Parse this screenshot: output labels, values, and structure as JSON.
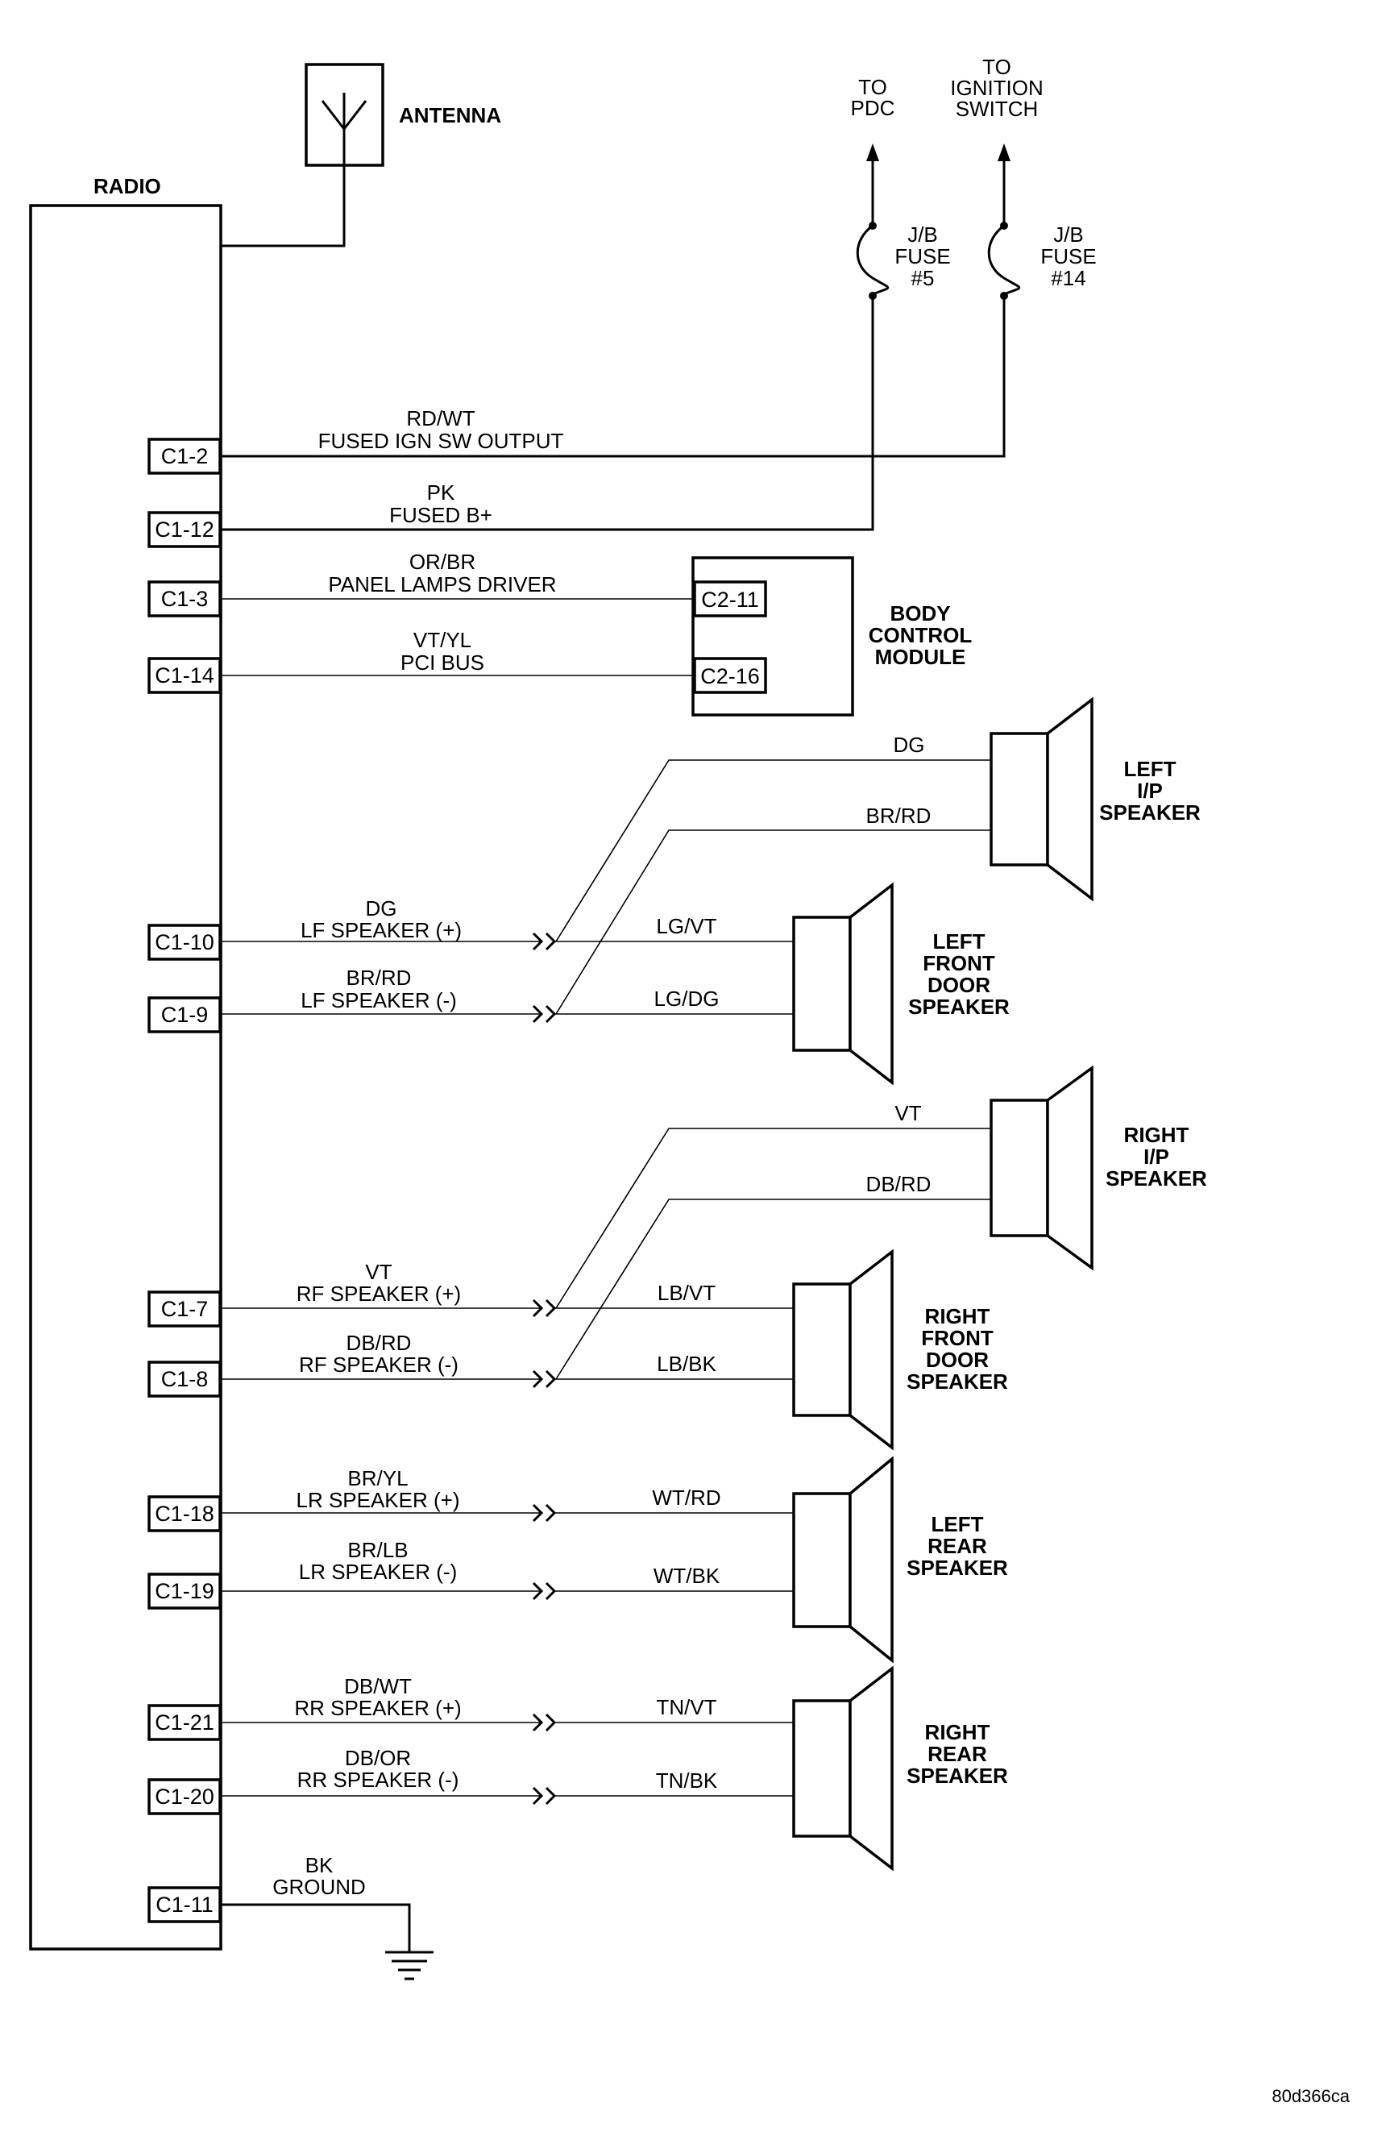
{
  "radio_label": "RADIO",
  "antenna_label": "ANTENNA",
  "to_pdc": [
    "TO",
    "PDC"
  ],
  "to_ignition": [
    "TO",
    "IGNITION",
    "SWITCH"
  ],
  "fuse5": [
    "J/B",
    "FUSE",
    "#5"
  ],
  "fuse14": [
    "J/B",
    "FUSE",
    "#14"
  ],
  "bcm_label": [
    "BODY",
    "CONTROL",
    "MODULE"
  ],
  "bcm_pins": {
    "c2_11": "C2-11",
    "c2_16": "C2-16"
  },
  "radio_pins": [
    {
      "pin": "C1-2",
      "color": "RD/WT",
      "circuit": "FUSED IGN SW OUTPUT"
    },
    {
      "pin": "C1-12",
      "color": "PK",
      "circuit": "FUSED B+"
    },
    {
      "pin": "C1-3",
      "color": "OR/BR",
      "circuit": "PANEL LAMPS DRIVER"
    },
    {
      "pin": "C1-14",
      "color": "VT/YL",
      "circuit": "PCI BUS"
    },
    {
      "pin": "C1-10",
      "color": "DG",
      "circuit": "LF SPEAKER (+)"
    },
    {
      "pin": "C1-9",
      "color": "BR/RD",
      "circuit": "LF SPEAKER (-)"
    },
    {
      "pin": "C1-7",
      "color": "VT",
      "circuit": "RF SPEAKER (+)"
    },
    {
      "pin": "C1-8",
      "color": "DB/RD",
      "circuit": "RF SPEAKER (-)"
    },
    {
      "pin": "C1-18",
      "color": "BR/YL",
      "circuit": "LR SPEAKER (+)"
    },
    {
      "pin": "C1-19",
      "color": "BR/LB",
      "circuit": "LR SPEAKER (-)"
    },
    {
      "pin": "C1-21",
      "color": "DB/WT",
      "circuit": "RR SPEAKER (+)"
    },
    {
      "pin": "C1-20",
      "color": "DB/OR",
      "circuit": "RR SPEAKER (-)"
    },
    {
      "pin": "C1-11",
      "color": "BK",
      "circuit": "GROUND"
    }
  ],
  "ip_wires": {
    "left_pos": "DG",
    "left_neg": "BR/RD",
    "right_pos": "VT",
    "right_neg": "DB/RD"
  },
  "door_wires": {
    "lf_pos": "LG/VT",
    "lf_neg": "LG/DG",
    "rf_pos": "LB/VT",
    "rf_neg": "LB/BK",
    "lr_pos": "WT/RD",
    "lr_neg": "WT/BK",
    "rr_pos": "TN/VT",
    "rr_neg": "TN/BK"
  },
  "speakers": {
    "left_ip": [
      "LEFT",
      "I/P",
      "SPEAKER"
    ],
    "left_front_door": [
      "LEFT",
      "FRONT",
      "DOOR",
      "SPEAKER"
    ],
    "right_ip": [
      "RIGHT",
      "I/P",
      "SPEAKER"
    ],
    "right_front_door": [
      "RIGHT",
      "FRONT",
      "DOOR",
      "SPEAKER"
    ],
    "left_rear": [
      "LEFT",
      "REAR",
      "SPEAKER"
    ],
    "right_rear": [
      "RIGHT",
      "REAR",
      "SPEAKER"
    ]
  },
  "figure_id": "80d366ca"
}
